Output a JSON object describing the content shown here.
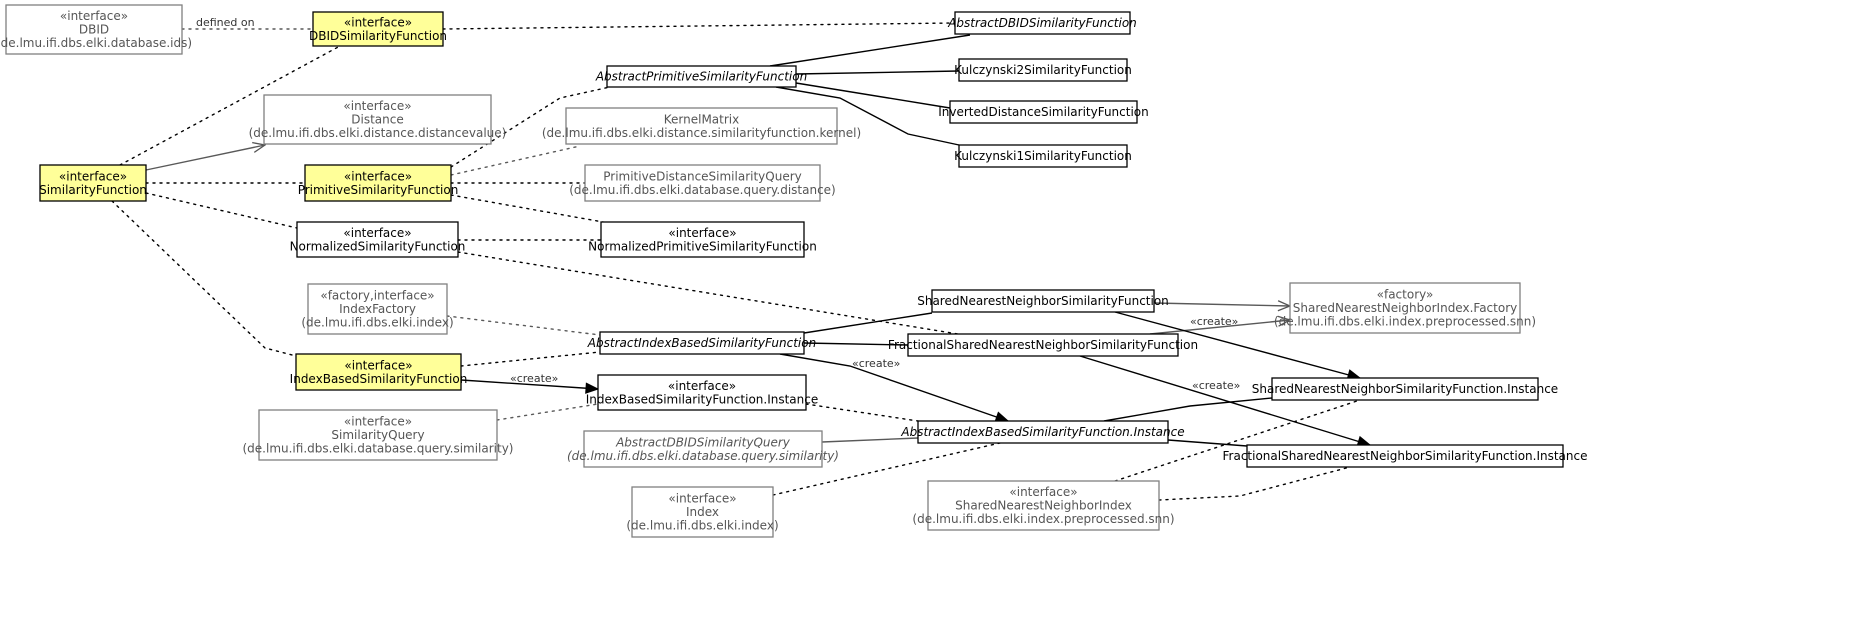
{
  "colors": {
    "highlight_fill": "#ffff99",
    "box_stroke": "#000000",
    "external_stroke": "#808080",
    "external_text": "#555555",
    "text": "#000000",
    "edge": "#000000",
    "edge_gray": "#595959"
  },
  "nodes": {
    "dbid": {
      "lines": [
        "«interface»",
        "DBID",
        "(de.lmu.ifi.dbs.elki.database.ids)"
      ]
    },
    "dbid_sim": {
      "lines": [
        "«interface»",
        "DBIDSimilarityFunction"
      ]
    },
    "abs_dbid_sim": {
      "lines": [
        "AbstractDBIDSimilarityFunction"
      ]
    },
    "abs_prim_sim": {
      "lines": [
        "AbstractPrimitiveSimilarityFunction"
      ]
    },
    "kulc2": {
      "lines": [
        "Kulczynski2SimilarityFunction"
      ]
    },
    "inv_dist": {
      "lines": [
        "InvertedDistanceSimilarityFunction"
      ]
    },
    "kulc1": {
      "lines": [
        "Kulczynski1SimilarityFunction"
      ]
    },
    "distance": {
      "lines": [
        "«interface»",
        "Distance",
        "(de.lmu.ifi.dbs.elki.distance.distancevalue)"
      ]
    },
    "kernel": {
      "lines": [
        "KernelMatrix",
        "(de.lmu.ifi.dbs.elki.distance.similarityfunction.kernel)"
      ]
    },
    "sim_func": {
      "lines": [
        "«interface»",
        "SimilarityFunction"
      ]
    },
    "prim_sim": {
      "lines": [
        "«interface»",
        "PrimitiveSimilarityFunction"
      ]
    },
    "prim_dist_query": {
      "lines": [
        "PrimitiveDistanceSimilarityQuery",
        "(de.lmu.ifi.dbs.elki.database.query.distance)"
      ]
    },
    "norm_sim": {
      "lines": [
        "«interface»",
        "NormalizedSimilarityFunction"
      ]
    },
    "norm_prim_sim": {
      "lines": [
        "«interface»",
        "NormalizedPrimitiveSimilarityFunction"
      ]
    },
    "index_factory": {
      "lines": [
        "«factory,interface»",
        "IndexFactory",
        "(de.lmu.ifi.dbs.elki.index)"
      ]
    },
    "snn_sim": {
      "lines": [
        "SharedNearestNeighborSimilarityFunction"
      ]
    },
    "snn_factory": {
      "lines": [
        "«factory»",
        "SharedNearestNeighborIndex.Factory",
        "(de.lmu.ifi.dbs.elki.index.preprocessed.snn)"
      ]
    },
    "abs_idx_sim": {
      "lines": [
        "AbstractIndexBasedSimilarityFunction"
      ]
    },
    "frac_snn_sim": {
      "lines": [
        "FractionalSharedNearestNeighborSimilarityFunction"
      ]
    },
    "idx_sim": {
      "lines": [
        "«interface»",
        "IndexBasedSimilarityFunction"
      ]
    },
    "idx_sim_inst": {
      "lines": [
        "«interface»",
        "IndexBasedSimilarityFunction.Instance"
      ]
    },
    "snn_sim_inst": {
      "lines": [
        "SharedNearestNeighborSimilarityFunction.Instance"
      ]
    },
    "sim_query": {
      "lines": [
        "«interface»",
        "SimilarityQuery",
        "(de.lmu.ifi.dbs.elki.database.query.similarity)"
      ]
    },
    "abs_dbid_query": {
      "lines": [
        "AbstractDBIDSimilarityQuery",
        "(de.lmu.ifi.dbs.elki.database.query.similarity)"
      ]
    },
    "abs_idx_inst": {
      "lines": [
        "AbstractIndexBasedSimilarityFunction.Instance"
      ]
    },
    "frac_snn_inst": {
      "lines": [
        "FractionalSharedNearestNeighborSimilarityFunction.Instance"
      ]
    },
    "snn_index": {
      "lines": [
        "«interface»",
        "SharedNearestNeighborIndex",
        "(de.lmu.ifi.dbs.elki.index.preprocessed.snn)"
      ]
    },
    "index": {
      "lines": [
        "«interface»",
        "Index",
        "(de.lmu.ifi.dbs.elki.index)"
      ]
    }
  },
  "edge_labels": {
    "defined_on": "defined on",
    "create_idx_inst": "«create»",
    "create_abs_idx_inst": "«create»",
    "create_snn_factory": "«create»",
    "create_frac_inst": "«create»"
  }
}
